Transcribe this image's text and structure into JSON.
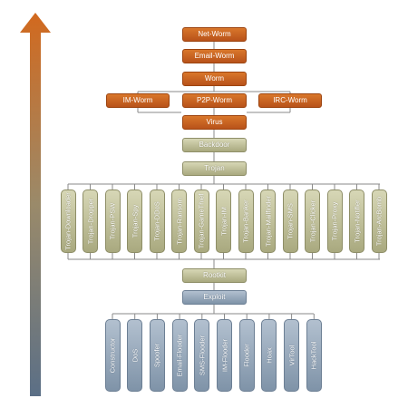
{
  "top_chain": [
    "Net-Worm",
    "Email-Worm",
    "Worm"
  ],
  "worm_row": [
    "IM-Worm",
    "P2P-Worm",
    "IRC-Worm"
  ],
  "virus": "Virus",
  "backdoor": "Backdoor",
  "trojan": "Trojan",
  "trojan_types": [
    "Trojan-Downloader",
    "Trojan-Dropper",
    "Trojan-PSW",
    "Trojan-Spy",
    "Trojan-DDoS",
    "Trojan-Ransom",
    "Trojan-GameThief",
    "Trojan-IM",
    "Trojan-Banker",
    "Trojan-Mailfinder",
    "Trojan-SMS",
    "Trojan-Clicker",
    "Trojan-Proxy",
    "Trojan-Notifier",
    "Trojan-ArcBomb"
  ],
  "rootkit": "Rootkit",
  "exploit": "Exploit",
  "tool_types": [
    "Constructor",
    "DoS",
    "Spoofer",
    "Email-Flooder",
    "SMS-Flooder",
    "IM-Flooder",
    "Flooder",
    "Hoax",
    "VirTool",
    "HackTool"
  ],
  "colors": {
    "worm_group": "#c9631f",
    "trojan_group": "#b9b991",
    "tool_group": "#8b9db1",
    "arrow_top": "#d2691e",
    "arrow_bottom": "#5b6f86"
  }
}
